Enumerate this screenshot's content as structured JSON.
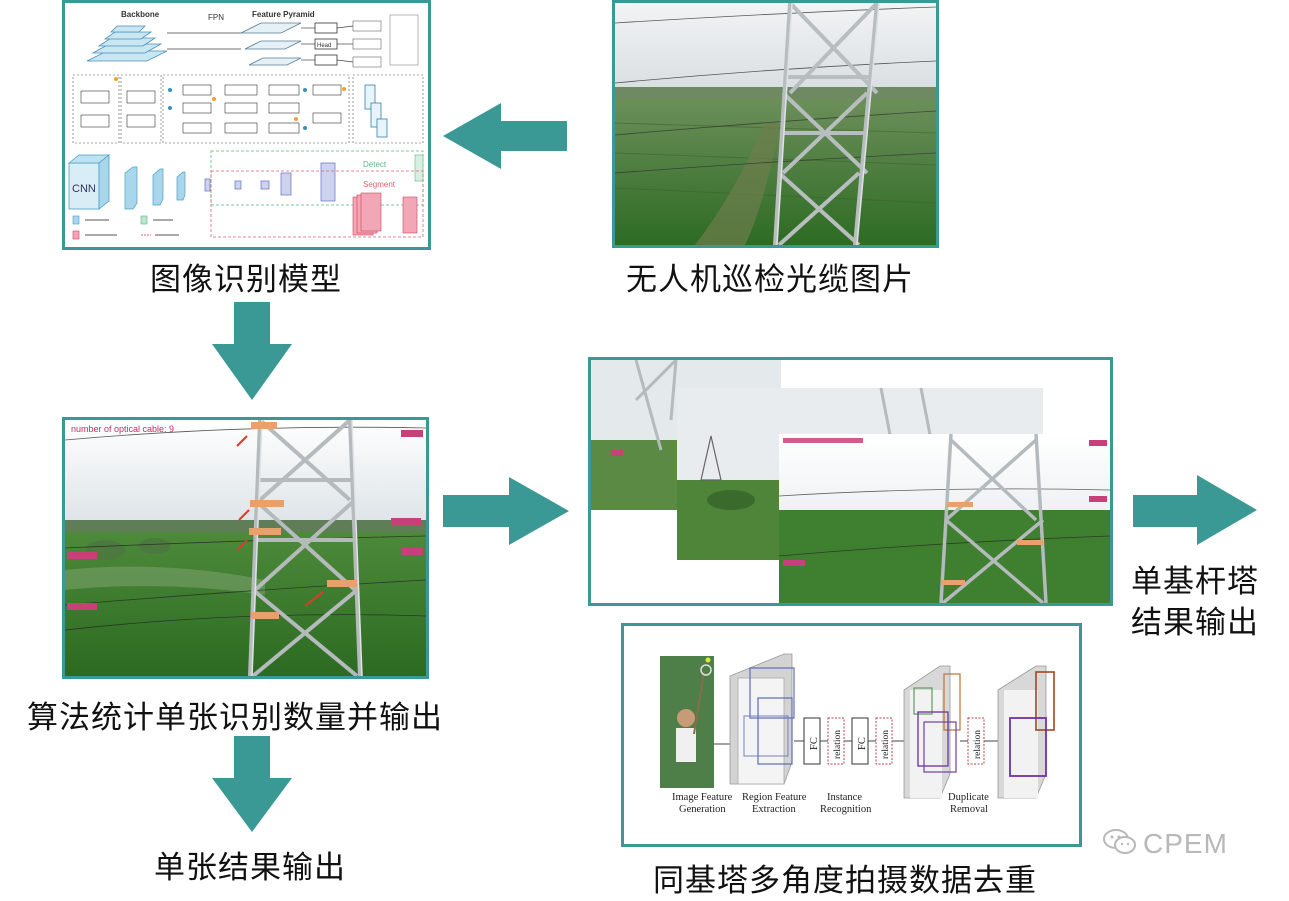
{
  "labels": {
    "model": "图像识别模型",
    "drone_photos": "无人机巡检光缆图片",
    "count_output": "算法统计单张识别数量并输出",
    "single_result": "单张结果输出",
    "dedup": "同基塔多角度拍摄数据去重",
    "tower_result_line1": "单基杆塔",
    "tower_result_line2": "结果输出"
  },
  "model_diagram": {
    "backbone": "Backbone",
    "fpn": "FPN",
    "feature_pyramid": "Feature Pyramid",
    "head": "Head",
    "cnn": "CNN",
    "detect": "Detect",
    "segment": "Segment"
  },
  "relation_diagram": {
    "fc": "FC",
    "relation": "relation",
    "image_feature_generation": "Image Feature Generation",
    "region_feature_extraction": "Region Feature Extraction",
    "instance_recognition": "Instance Recognition",
    "duplicate_removal": "Duplicate Removal"
  },
  "detection_photo": {
    "caption": "number of optical cable: 9"
  },
  "watermark": "CPEM",
  "colors": {
    "teal": "#3a9994",
    "sky": "#dfe5ea",
    "field": "#3d7a2e",
    "tag": "#c8407a"
  }
}
